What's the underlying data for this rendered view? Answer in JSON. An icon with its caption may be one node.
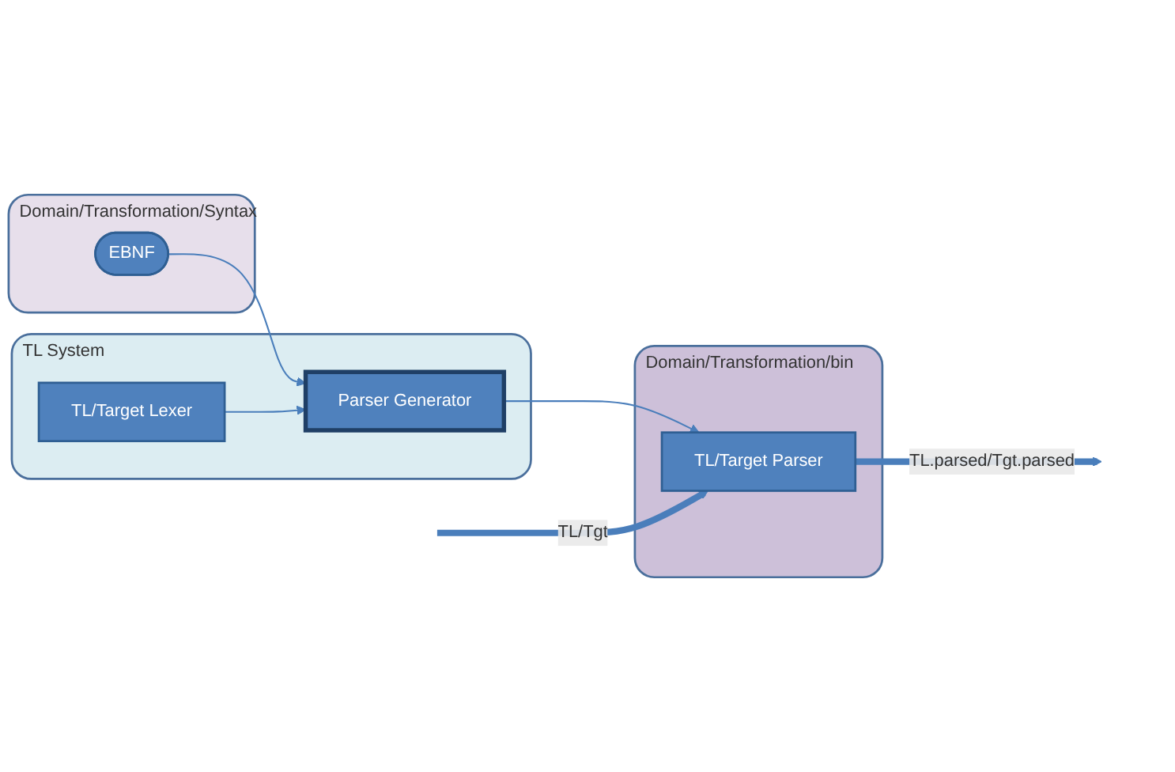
{
  "diagram": {
    "nodes": [
      {
        "text": [
          "Domain/Transformation/Syntax"
        ]
      },
      {
        "text": [
          "EBNF"
        ],
        "in": 0
      },
      {
        "text": [
          "TL System"
        ]
      },
      {
        "text": [
          "TL/Target Lexer"
        ],
        "in": 2
      },
      {
        "text": [
          "Parser Generator"
        ],
        "in": 2
      },
      {
        "text": [
          "Domain/Transformation/bin"
        ]
      },
      {
        "text": [
          "TL/Target Parser"
        ],
        "in": 5
      }
    ],
    "edges": [
      {
        "from": 1,
        "to": 4,
        "arrow": "to"
      },
      {
        "from": 3,
        "to": 4,
        "arrow": "to"
      },
      {
        "from": 4,
        "to": 6,
        "arrow": "to"
      },
      {
        "from": null,
        "to": 6,
        "arrow": "to",
        "label": "TL/Tgt",
        "style": "thick"
      },
      {
        "from": 6,
        "to": null,
        "arrow": "to",
        "label": "TL.parsed/Tgt.parsed",
        "style": "thick"
      }
    ]
  }
}
